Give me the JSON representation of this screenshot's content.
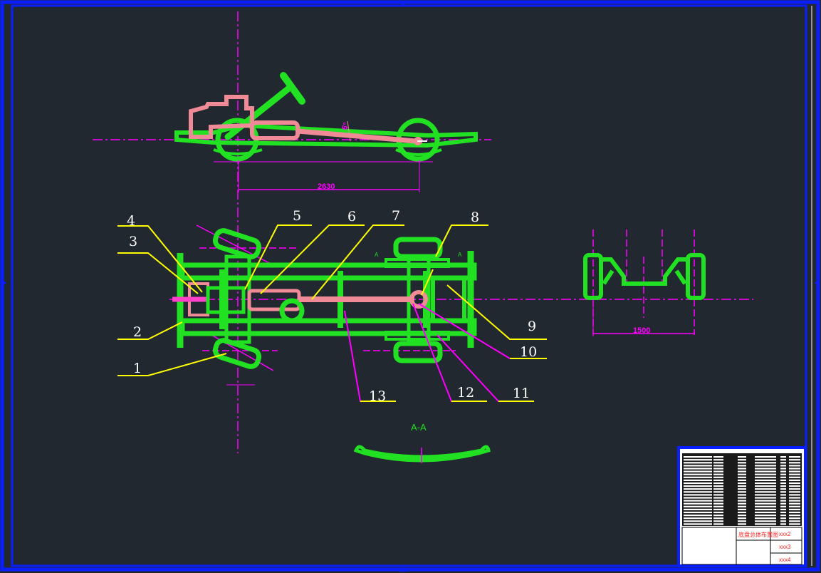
{
  "drawing": {
    "title_block_title": "底盘总体布置图",
    "title_block_codes": [
      "xxx2",
      "xxx3",
      "xxx4"
    ],
    "section_label": "A-A",
    "section_marks": [
      "A",
      "A"
    ]
  },
  "dimensions": {
    "wheelbase": "2630",
    "track": "1500",
    "angle": "6°"
  },
  "part_labels": [
    "1",
    "2",
    "3",
    "4",
    "5",
    "6",
    "7",
    "8",
    "9",
    "10",
    "11",
    "12",
    "13"
  ],
  "colors": {
    "background": "#212830",
    "border": "#0a1fff",
    "structure": "#22e022",
    "driveline": "#f08a96",
    "centerline": "#ff00ff",
    "leader": "#ffff00",
    "text": "#ffffff"
  }
}
